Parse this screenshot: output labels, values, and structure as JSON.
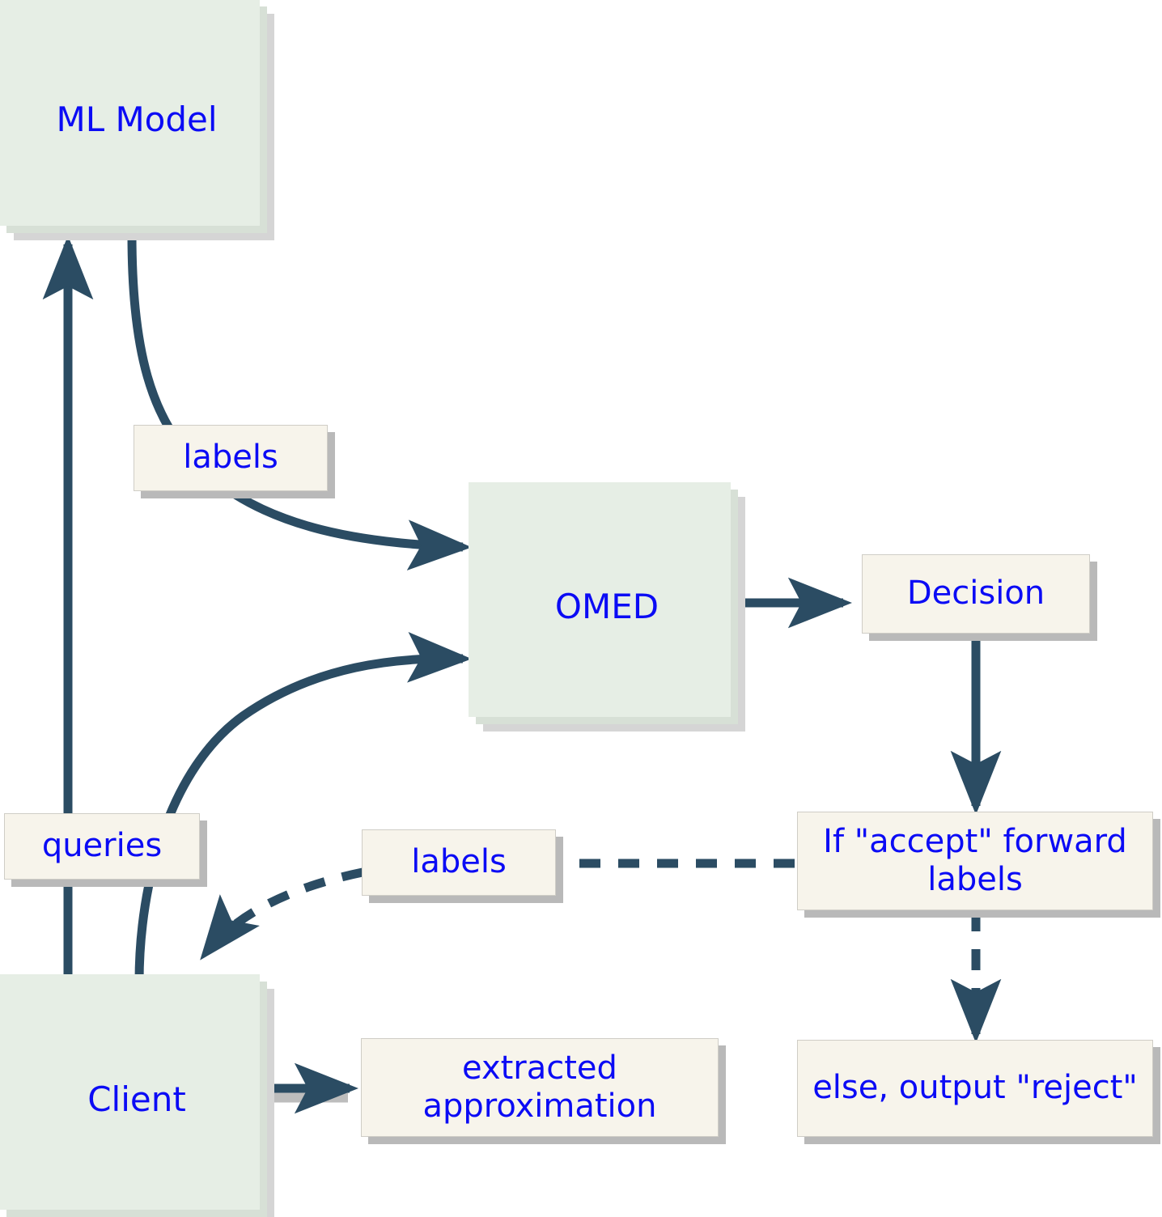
{
  "diagram": {
    "title": "OMED extraction-defense flow",
    "colors": {
      "process_fill": "#d7e0d6",
      "process_shadow": "#d5d5d5",
      "card_fill": "#f7f4eb",
      "card_border": "#cfcdc6",
      "card_shadow": "#b9b9b9",
      "edge": "#2b4c63",
      "text": "#0b0bf5",
      "background": "#ffffff"
    },
    "nodes": [
      {
        "id": "ml-model",
        "label": "ML Model",
        "kind": "process"
      },
      {
        "id": "labels-top",
        "label": "labels",
        "kind": "card"
      },
      {
        "id": "omed",
        "label": "OMED",
        "kind": "process"
      },
      {
        "id": "decision",
        "label": "Decision",
        "kind": "card"
      },
      {
        "id": "queries",
        "label": "queries",
        "kind": "card"
      },
      {
        "id": "labels-mid",
        "label": "labels",
        "kind": "card"
      },
      {
        "id": "if-accept",
        "label": "If \"accept\" forward labels",
        "kind": "card"
      },
      {
        "id": "client",
        "label": "Client",
        "kind": "process"
      },
      {
        "id": "extracted",
        "label": "extracted approximation",
        "kind": "card"
      },
      {
        "id": "else-reject",
        "label": "else, output \"reject\"",
        "kind": "card"
      }
    ],
    "edges": [
      {
        "id": "client-to-mlmodel",
        "from": "client",
        "to": "ml-model",
        "style": "solid",
        "label": "queries"
      },
      {
        "id": "mlmodel-to-omed",
        "from": "ml-model",
        "to": "omed",
        "style": "solid",
        "label": "labels"
      },
      {
        "id": "client-to-omed",
        "from": "client",
        "to": "omed",
        "style": "solid",
        "label": "queries"
      },
      {
        "id": "omed-to-decision",
        "from": "omed",
        "to": "decision",
        "style": "solid",
        "label": ""
      },
      {
        "id": "decision-to-ifaccept",
        "from": "decision",
        "to": "if-accept",
        "style": "solid",
        "label": ""
      },
      {
        "id": "ifaccept-to-client",
        "from": "if-accept",
        "to": "client",
        "style": "dashed",
        "label": "labels"
      },
      {
        "id": "ifaccept-to-else",
        "from": "if-accept",
        "to": "else-reject",
        "style": "dashed",
        "label": ""
      },
      {
        "id": "client-to-extracted",
        "from": "client",
        "to": "extracted",
        "style": "solid",
        "label": ""
      }
    ],
    "labels": {
      "ml_model": "ML Model",
      "labels_top": "labels",
      "omed": "OMED",
      "decision": "Decision",
      "queries": "queries",
      "labels_mid": "labels",
      "if_accept_line1": "If \"accept\" forward",
      "if_accept_line2": "labels",
      "client": "Client",
      "extracted_line1": "extracted",
      "extracted_line2": "approximation",
      "else_reject": "else, output \"reject\""
    }
  }
}
